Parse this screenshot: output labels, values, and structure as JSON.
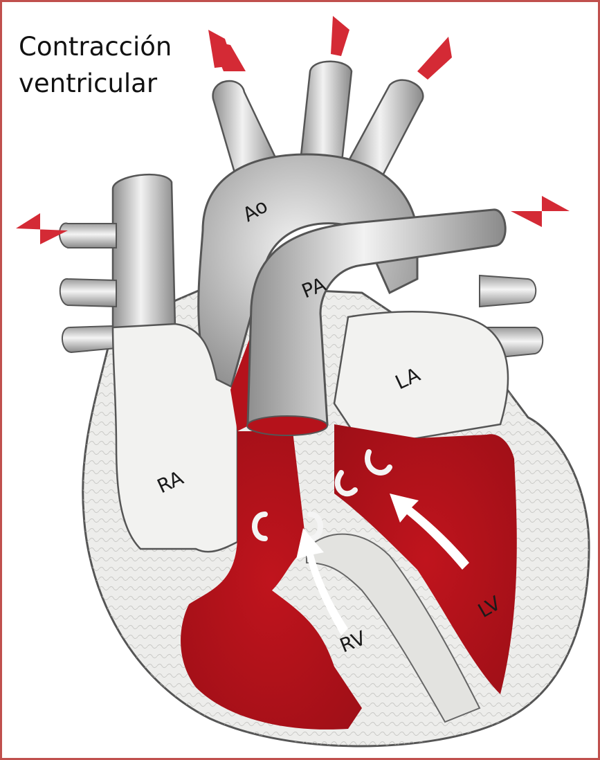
{
  "title": {
    "line1": "Contracción",
    "line2": "ventricular"
  },
  "labels": {
    "ao": "Ao",
    "pa": "PA",
    "la": "LA",
    "ra": "RA",
    "lv": "LV",
    "rv": "RV"
  },
  "colors": {
    "frame": "#c0504d",
    "blood": "#b5121b",
    "arrow_out": "#d42a35",
    "arrow_flow": "#ffffff",
    "vessel": "#dcdcdc",
    "vessel_shade": "#8e8e8e",
    "myocardium": "#e9e9e7"
  },
  "icons": {
    "outflow_arrows": "red-arrow-icon",
    "flow_arrows": "white-arrow-icon"
  }
}
